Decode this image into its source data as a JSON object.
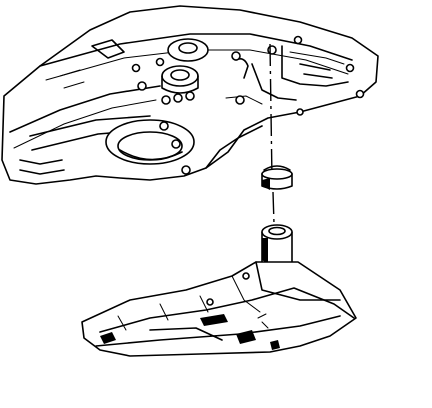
{
  "diagram": {
    "colors": {
      "line": "#000000",
      "background": "#ffffff"
    },
    "components": [
      "transmission-case-underside",
      "filter-seal",
      "transmission-fluid-filter"
    ]
  }
}
